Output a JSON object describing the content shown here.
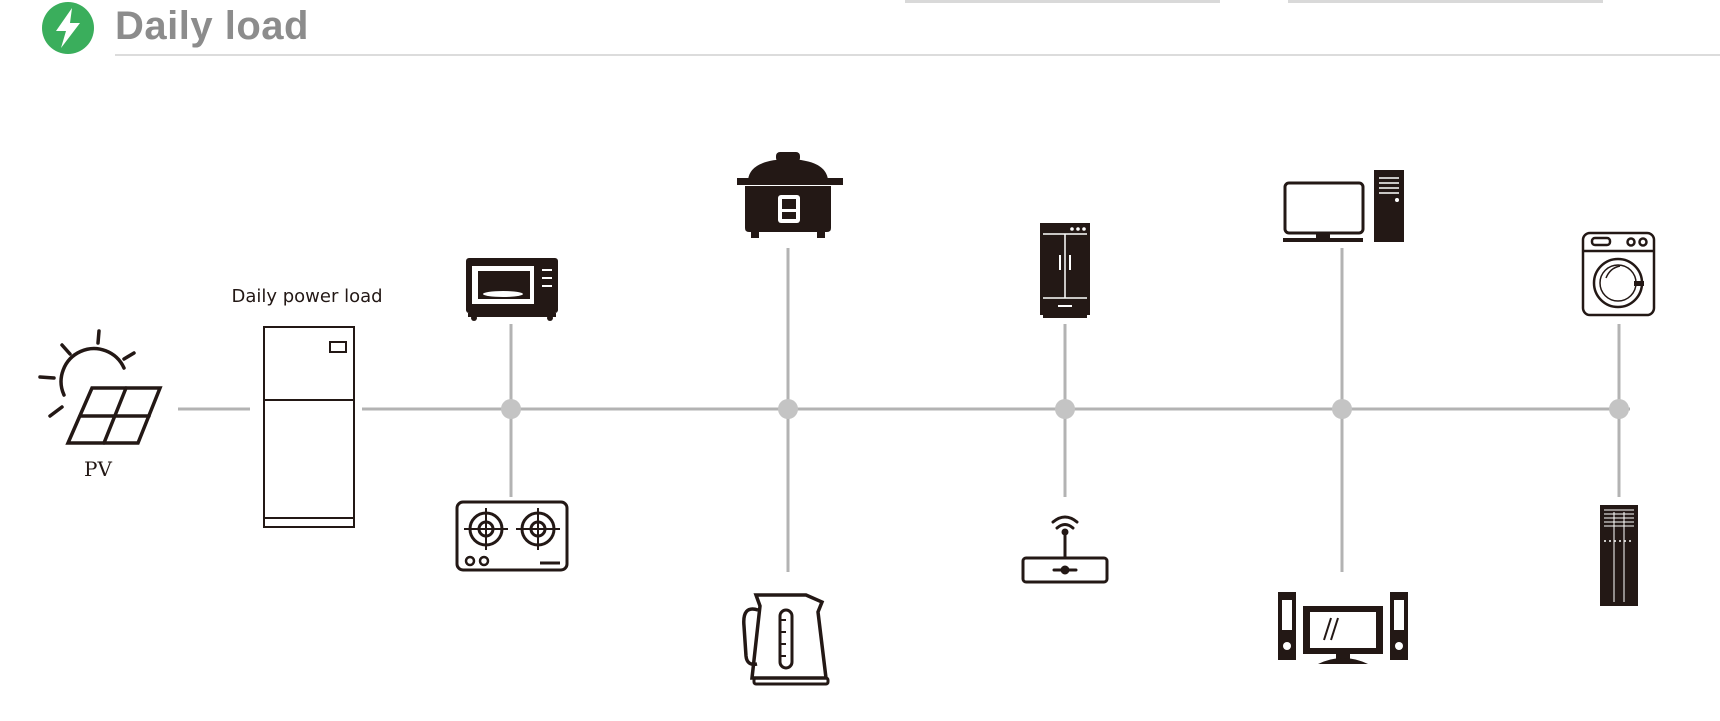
{
  "header": {
    "title": "Daily load",
    "logo_icon": "lightning-bolt-icon",
    "accent_color": "#3aae5c"
  },
  "diagram": {
    "source_label": "PV",
    "storage_label": "Daily power load",
    "line_color": "#b3b3b3",
    "icon_color": "#231815",
    "loads": [
      {
        "top": "microwave-oven-icon",
        "bottom": "gas-stove-icon"
      },
      {
        "top": "rice-cooker-icon",
        "bottom": "electric-kettle-icon"
      },
      {
        "top": "refrigerator-icon",
        "bottom": "wifi-router-icon"
      },
      {
        "top": "desktop-computer-icon",
        "bottom": "home-theater-icon"
      },
      {
        "top": "washing-machine-icon",
        "bottom": "air-conditioner-icon"
      }
    ]
  }
}
